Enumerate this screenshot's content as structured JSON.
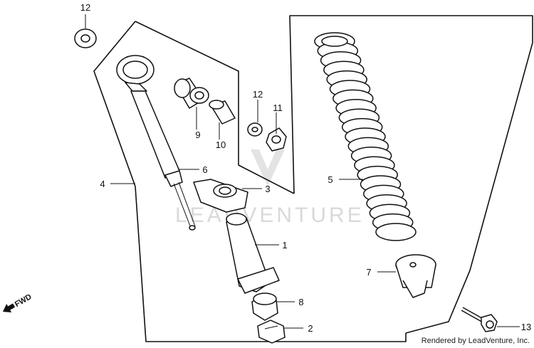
{
  "diagram": {
    "watermark_text": "LEADVENTURE",
    "credit": "Rendered by LeadVenture, Inc.",
    "direction_label": "FWD",
    "callouts": {
      "c1": "1",
      "c2": "2",
      "c3": "3",
      "c4": "4",
      "c5": "5",
      "c6": "6",
      "c7": "7",
      "c8": "8",
      "c9": "9",
      "c10": "10",
      "c11": "11",
      "c12a": "12",
      "c12b": "12",
      "c13": "13"
    }
  }
}
